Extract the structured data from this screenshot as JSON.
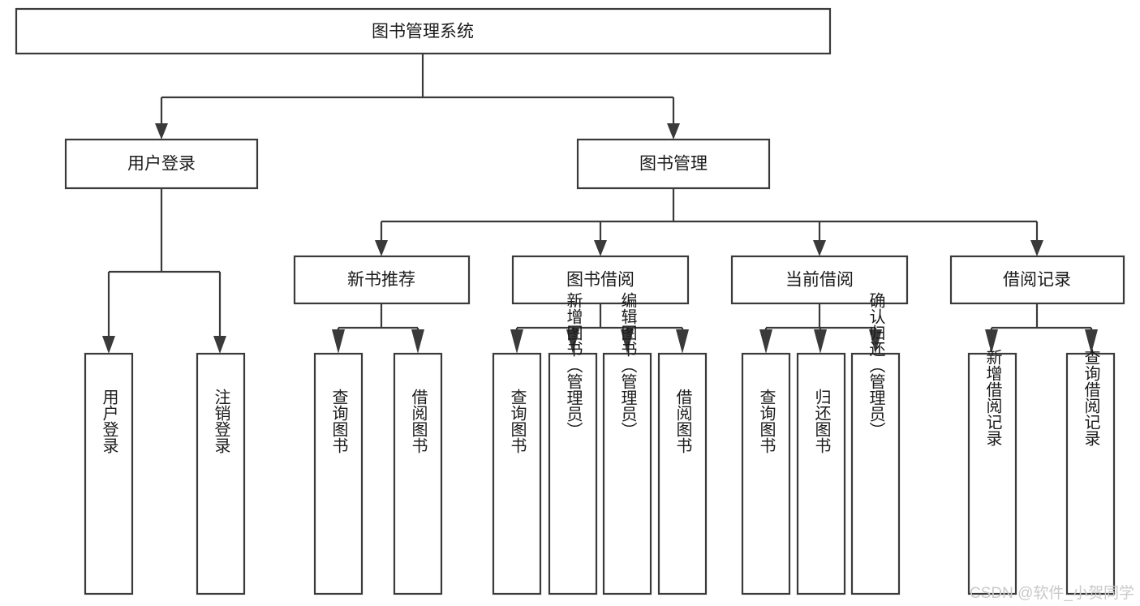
{
  "diagram": {
    "type": "tree-hierarchy",
    "title": "图书管理系统",
    "orientation": "top-down",
    "colors": {
      "stroke": "#3a3a3a",
      "fill": "#ffffff",
      "text": "#1b1b1b",
      "watermark": "#c9c9c9",
      "background": "#ffffff"
    },
    "root": {
      "label": "图书管理系统"
    },
    "level2": [
      {
        "id": "user-login",
        "label": "用户登录"
      },
      {
        "id": "book-management",
        "label": "图书管理"
      }
    ],
    "level3": [
      {
        "id": "new-book-recommend",
        "label": "新书推荐",
        "parent": "book-management"
      },
      {
        "id": "book-borrow",
        "label": "图书借阅",
        "parent": "book-management"
      },
      {
        "id": "current-borrow",
        "label": "当前借阅",
        "parent": "book-management"
      },
      {
        "id": "borrow-record",
        "label": "借阅记录",
        "parent": "book-management"
      }
    ],
    "leaves": {
      "user-login": [
        {
          "id": "leaf-user-login",
          "label": "用户登录"
        },
        {
          "id": "leaf-logout-login",
          "label": "注销登录"
        }
      ],
      "new-book-recommend": [
        {
          "id": "leaf-query-book-1",
          "label": "查询图书"
        },
        {
          "id": "leaf-borrow-book-1",
          "label": "借阅图书"
        }
      ],
      "book-borrow": [
        {
          "id": "leaf-query-book-2",
          "label": "查询图书"
        },
        {
          "id": "leaf-add-book",
          "label": "新增图书（管理员）"
        },
        {
          "id": "leaf-edit-book",
          "label": "编辑图书（管理员）"
        },
        {
          "id": "leaf-borrow-book-2",
          "label": "借阅图书"
        }
      ],
      "current-borrow": [
        {
          "id": "leaf-query-book-3",
          "label": "查询图书"
        },
        {
          "id": "leaf-return-book",
          "label": "归还图书"
        },
        {
          "id": "leaf-confirm-return",
          "label": "确认归还（管理员）"
        }
      ],
      "borrow-record": [
        {
          "id": "leaf-add-record",
          "label": "新增借阅记录"
        },
        {
          "id": "leaf-query-record",
          "label": "查询借阅记录"
        }
      ]
    }
  },
  "watermark": {
    "text": "CSDN @软件_小贺同学"
  }
}
